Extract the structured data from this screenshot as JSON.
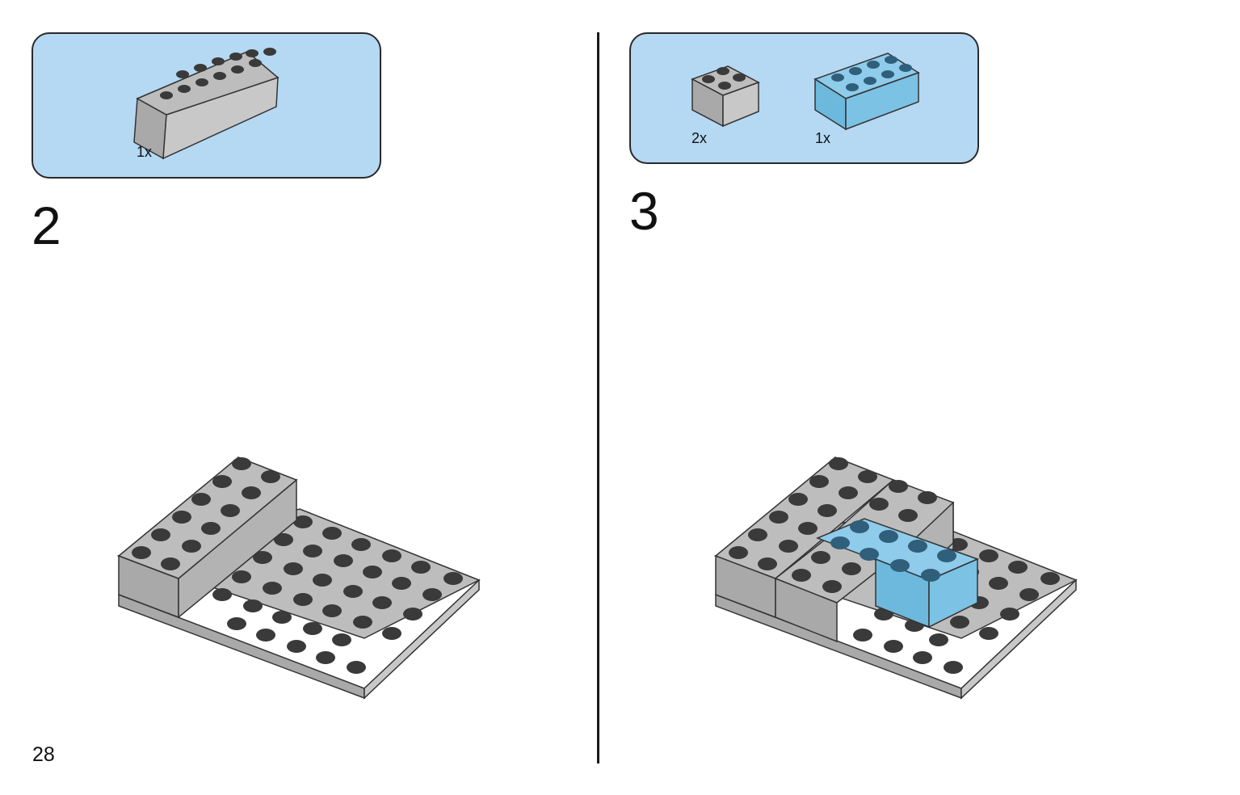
{
  "page_number": "28",
  "colors": {
    "parts_box": "#b5d8f3",
    "grey_top": "#bdbdbd",
    "grey_side": "#a9a9a9",
    "stud": "#3a3a3a",
    "blue_top": "#8fcbea",
    "blue_side": "#6db9dd"
  },
  "steps": [
    {
      "number": "2",
      "parts": [
        {
          "name": "brick-2x6-grey",
          "quantity": "1x",
          "color": "grey"
        }
      ]
    },
    {
      "number": "3",
      "parts": [
        {
          "name": "brick-2x2-grey",
          "quantity": "2x",
          "color": "grey"
        },
        {
          "name": "brick-2x4-blue",
          "quantity": "1x",
          "color": "blue"
        }
      ]
    }
  ]
}
